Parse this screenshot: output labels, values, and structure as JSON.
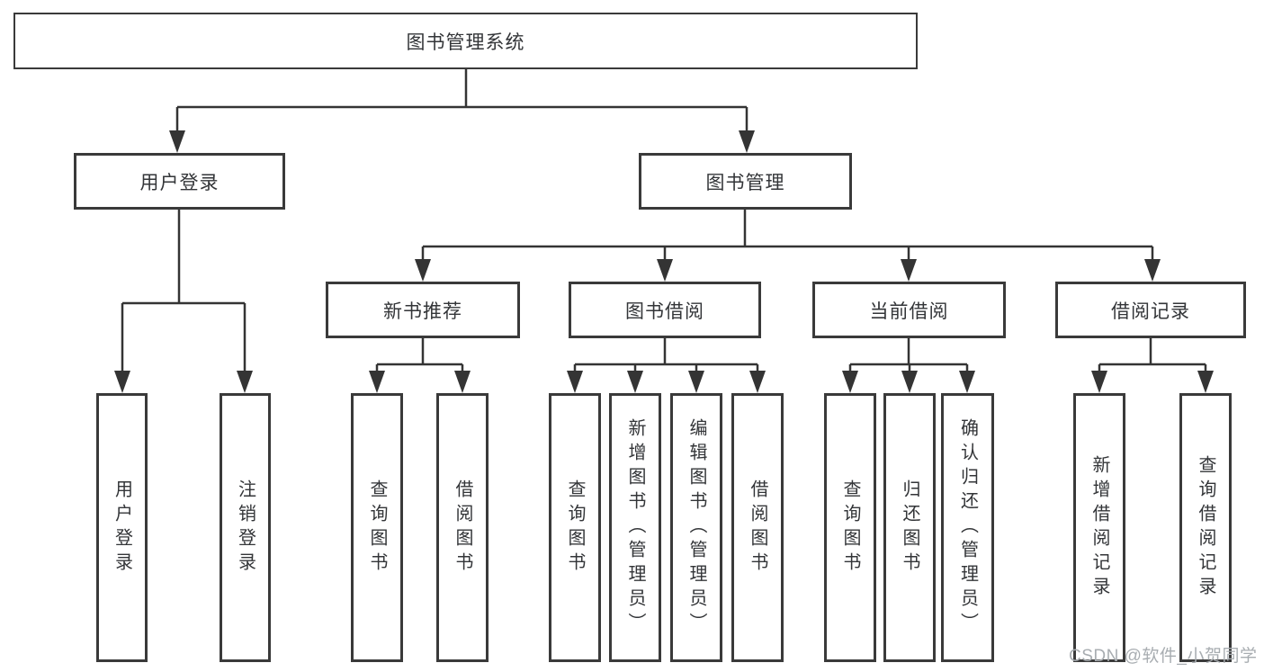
{
  "diagram": {
    "title": "图书管理系统",
    "type": "functional-structure-tree"
  },
  "nodes": {
    "root": "图书管理系统",
    "user_login": "用户登录",
    "book_management": "图书管理",
    "new_book_recommend": "新书推荐",
    "book_borrow": "图书借阅",
    "current_borrow": "当前借阅",
    "borrow_record": "借阅记录"
  },
  "leaves": {
    "user_login": [
      "用户登录",
      "注销登录"
    ],
    "new_book_recommend": [
      "查询图书",
      "借阅图书"
    ],
    "book_borrow": [
      "查询图书",
      "新增图书（管理员）",
      "编辑图书（管理员）",
      "借阅图书"
    ],
    "current_borrow": [
      "查询图书",
      "归还图书",
      "确认归还（管理员）"
    ],
    "borrow_record": [
      "新增借阅记录",
      "查询借阅记录"
    ]
  },
  "watermark": "CSDN @软件_小贺同学",
  "colors": {
    "line": "#343434",
    "box_border": "#3a3a3a",
    "text": "#333538",
    "watermark": "#a8adb1",
    "background": "#ffffff"
  }
}
